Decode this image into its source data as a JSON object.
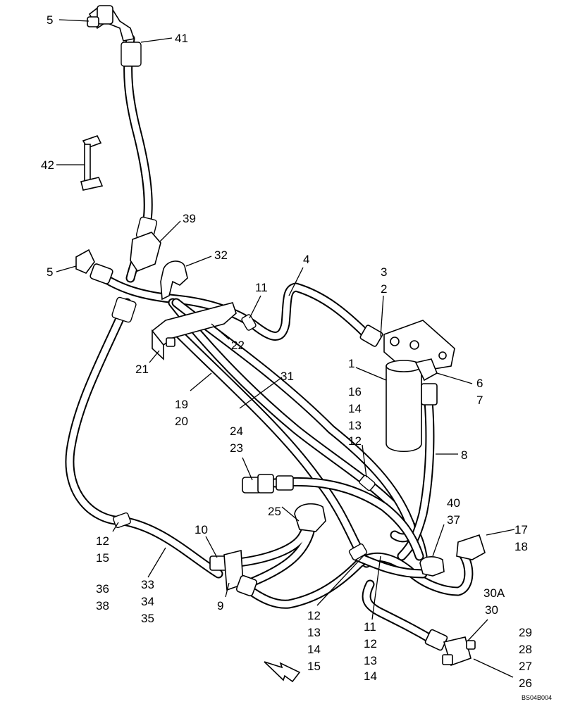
{
  "drawing_code": "BS04B004",
  "callouts": [
    {
      "id": "c-5a",
      "text": "5"
    },
    {
      "id": "c-41",
      "text": "41"
    },
    {
      "id": "c-42",
      "text": "42"
    },
    {
      "id": "c-39",
      "text": "39"
    },
    {
      "id": "c-5b",
      "text": "5"
    },
    {
      "id": "c-32",
      "text": "32"
    },
    {
      "id": "c-4",
      "text": "4"
    },
    {
      "id": "c-3",
      "text": "3"
    },
    {
      "id": "c-2",
      "text": "2"
    },
    {
      "id": "c-11a",
      "text": "11"
    },
    {
      "id": "c-22",
      "text": "22"
    },
    {
      "id": "c-21",
      "text": "21"
    },
    {
      "id": "c-1",
      "text": "1"
    },
    {
      "id": "c-6",
      "text": "6"
    },
    {
      "id": "c-7",
      "text": "7"
    },
    {
      "id": "c-31",
      "text": "31"
    },
    {
      "id": "c-16",
      "text": "16"
    },
    {
      "id": "c-19",
      "text": "19"
    },
    {
      "id": "c-14a",
      "text": "14"
    },
    {
      "id": "c-20",
      "text": "20"
    },
    {
      "id": "c-13a",
      "text": "13"
    },
    {
      "id": "c-24",
      "text": "24"
    },
    {
      "id": "c-12a",
      "text": "12"
    },
    {
      "id": "c-23",
      "text": "23"
    },
    {
      "id": "c-8",
      "text": "8"
    },
    {
      "id": "c-25",
      "text": "25"
    },
    {
      "id": "c-40",
      "text": "40"
    },
    {
      "id": "c-37",
      "text": "37"
    },
    {
      "id": "c-10",
      "text": "10"
    },
    {
      "id": "c-17",
      "text": "17"
    },
    {
      "id": "c-18",
      "text": "18"
    },
    {
      "id": "c-12b",
      "text": "12"
    },
    {
      "id": "c-15a",
      "text": "15"
    },
    {
      "id": "c-33",
      "text": "33"
    },
    {
      "id": "c-36",
      "text": "36"
    },
    {
      "id": "c-34",
      "text": "34"
    },
    {
      "id": "c-9",
      "text": "9"
    },
    {
      "id": "c-38",
      "text": "38"
    },
    {
      "id": "c-35",
      "text": "35"
    },
    {
      "id": "c-30A",
      "text": "30A"
    },
    {
      "id": "c-30",
      "text": "30"
    },
    {
      "id": "c-12c",
      "text": "12"
    },
    {
      "id": "c-11b",
      "text": "11"
    },
    {
      "id": "c-29",
      "text": "29"
    },
    {
      "id": "c-13b",
      "text": "13"
    },
    {
      "id": "c-12d",
      "text": "12"
    },
    {
      "id": "c-28",
      "text": "28"
    },
    {
      "id": "c-14b",
      "text": "14"
    },
    {
      "id": "c-13c",
      "text": "13"
    },
    {
      "id": "c-27",
      "text": "27"
    },
    {
      "id": "c-15b",
      "text": "15"
    },
    {
      "id": "c-14c",
      "text": "14"
    },
    {
      "id": "c-26",
      "text": "26"
    }
  ]
}
